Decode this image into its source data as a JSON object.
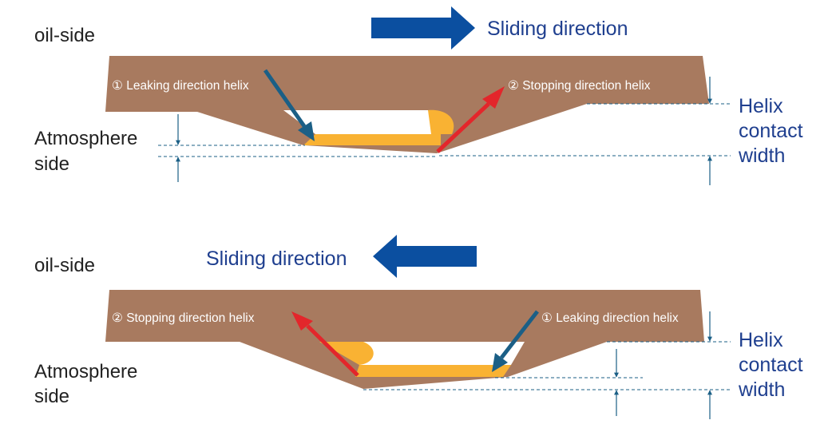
{
  "colors": {
    "seal_brown": "#a87a5f",
    "oil_film": "#f9b233",
    "arrow_blue": "#0b4fa0",
    "leak_arrow": "#1b5f86",
    "stop_arrow": "#e3262b",
    "dimension": "#1b5f86",
    "label_blue": "#1f3f8f"
  },
  "panels": [
    {
      "oil_side_label": "oil-side",
      "sliding_direction_label": "Sliding direction",
      "sliding_arrow": "right-arrow",
      "left_helix_label": "① Leaking direction helix",
      "right_helix_label": "② Stopping direction helix",
      "atmosphere_label": [
        "Atmosphere",
        "side"
      ],
      "helix_contact_label": [
        "Helix",
        "contact",
        "width"
      ]
    },
    {
      "oil_side_label": "oil-side",
      "sliding_direction_label": "Sliding direction",
      "sliding_arrow": "left-arrow",
      "left_helix_label": "② Stopping direction helix",
      "right_helix_label": "① Leaking direction helix",
      "atmosphere_label": [
        "Atmosphere",
        "side"
      ],
      "helix_contact_label": [
        "Helix",
        "contact",
        "width"
      ]
    }
  ]
}
